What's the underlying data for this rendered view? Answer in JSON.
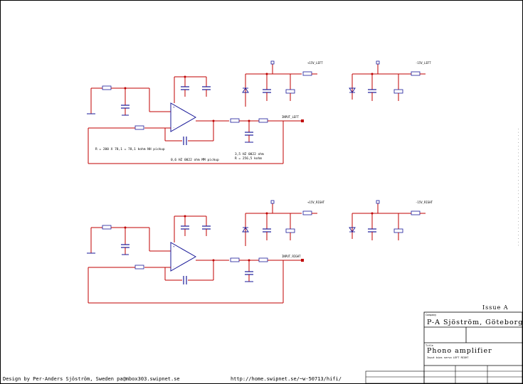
{
  "colors": {
    "wire": "#c00000",
    "part": "#1a1a99",
    "label_green": "#1a8a1a",
    "frame": "#000000"
  },
  "channels": [
    {
      "net_out": "INPUT_LEFT",
      "supply_pos": "+15V_LEFT",
      "supply_neg": "-15V_LEFT",
      "note_gain": "R = 200 X 78,1 = 78,1 kohm NH pickup",
      "note_filter": "0,6 HZ 0022 ohm MM pickup",
      "note_hp": "3,5 HZ 0022 ohm",
      "note_hp2": "R = 256,5 kohm"
    },
    {
      "net_out": "INPUT_RIGHT",
      "supply_pos": "+15V_RIGHT",
      "supply_neg": "-15V_RIGHT",
      "note_gain": "",
      "note_filter": "",
      "note_hp": "",
      "note_hp2": ""
    }
  ],
  "title_block": {
    "issue": "Issue A",
    "company_label": "Company",
    "company": "P-A Sjöström, Göteborg",
    "title_label": "Title",
    "title": "Phono amplifier",
    "subtitle": "Input bias servo LEFT RIGHT"
  },
  "footer": {
    "designer": "Design by Per-Anders Sjöström, Sweden pa@mbox303.swipnet.se",
    "url": "http://home.swipnet.se/~w-50713/hifi/"
  }
}
